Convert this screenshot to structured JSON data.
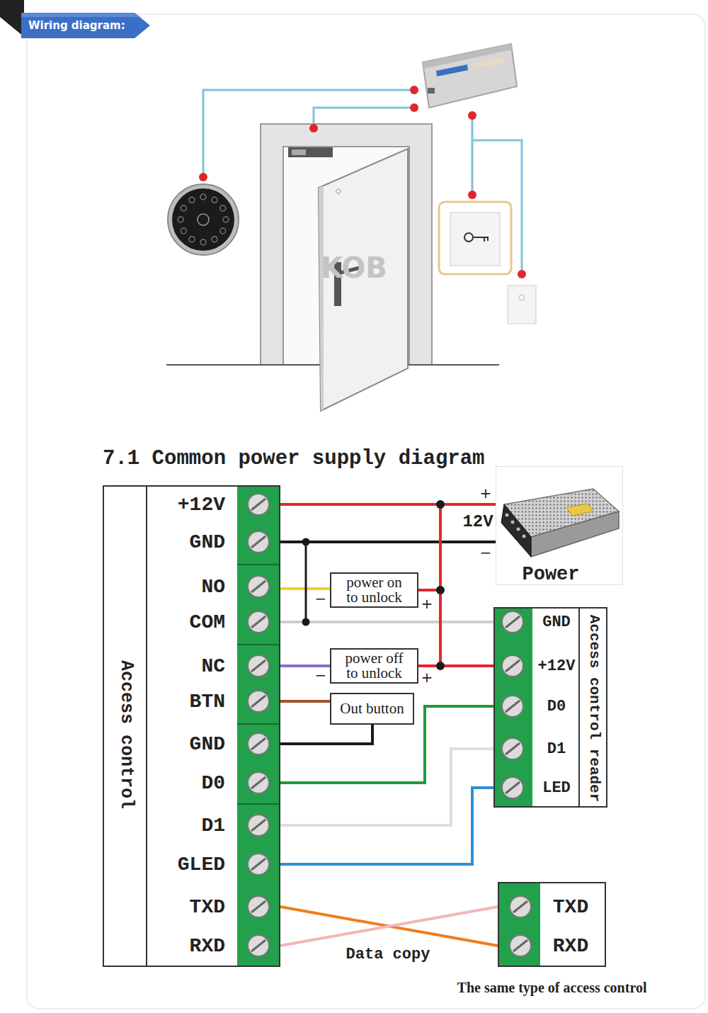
{
  "diagram": {
    "title": "7.1 Common power supply diagram",
    "nodes": [
      {
        "text": [
          "Wiring diagram:"
        ]
      },
      {
        "text": [
          "Access control"
        ]
      },
      {
        "text": [
          "power on to unlock"
        ]
      },
      {
        "text": [
          "power off to unlock"
        ]
      },
      {
        "text": [
          "Out button"
        ]
      },
      {
        "text": [
          "Power"
        ]
      },
      {
        "text": [
          "Access control reader"
        ]
      },
      {
        "text": [
          "The same type of access control"
        ]
      }
    ],
    "edges": [
      {
        "from": 1,
        "to": 5,
        "arrow": "none"
      },
      {
        "from": 1,
        "to": 5,
        "arrow": "none"
      },
      {
        "from": 1,
        "to": 2,
        "arrow": "none"
      },
      {
        "from": 2,
        "to": 5,
        "arrow": "none"
      },
      {
        "from": 1,
        "to": 6,
        "arrow": "none"
      },
      {
        "from": 1,
        "to": 3,
        "arrow": "none"
      },
      {
        "from": 3,
        "to": 5,
        "arrow": "none"
      },
      {
        "from": 5,
        "to": 6,
        "arrow": "none"
      },
      {
        "from": 1,
        "to": 4,
        "arrow": "none"
      },
      {
        "from": 4,
        "to": 1,
        "arrow": "none"
      },
      {
        "from": 1,
        "to": 6,
        "arrow": "none"
      },
      {
        "from": 1,
        "to": 6,
        "arrow": "none"
      },
      {
        "from": 1,
        "to": 6,
        "arrow": "none"
      },
      {
        "from": 1,
        "to": 7,
        "arrow": "none"
      },
      {
        "from": 1,
        "to": 7,
        "arrow": "none"
      }
    ],
    "labels": [
      "KOB",
      "+12V",
      "GND",
      "NO",
      "COM",
      "NC",
      "BTN",
      "GND",
      "D0",
      "D1",
      "GLED",
      "TXD",
      "RXD",
      "+",
      "12V",
      "−",
      "−",
      "+",
      "−",
      "+",
      "GND",
      "+12V",
      "D0",
      "D1",
      "LED",
      "TXD",
      "RXD",
      "Data copy"
    ]
  }
}
